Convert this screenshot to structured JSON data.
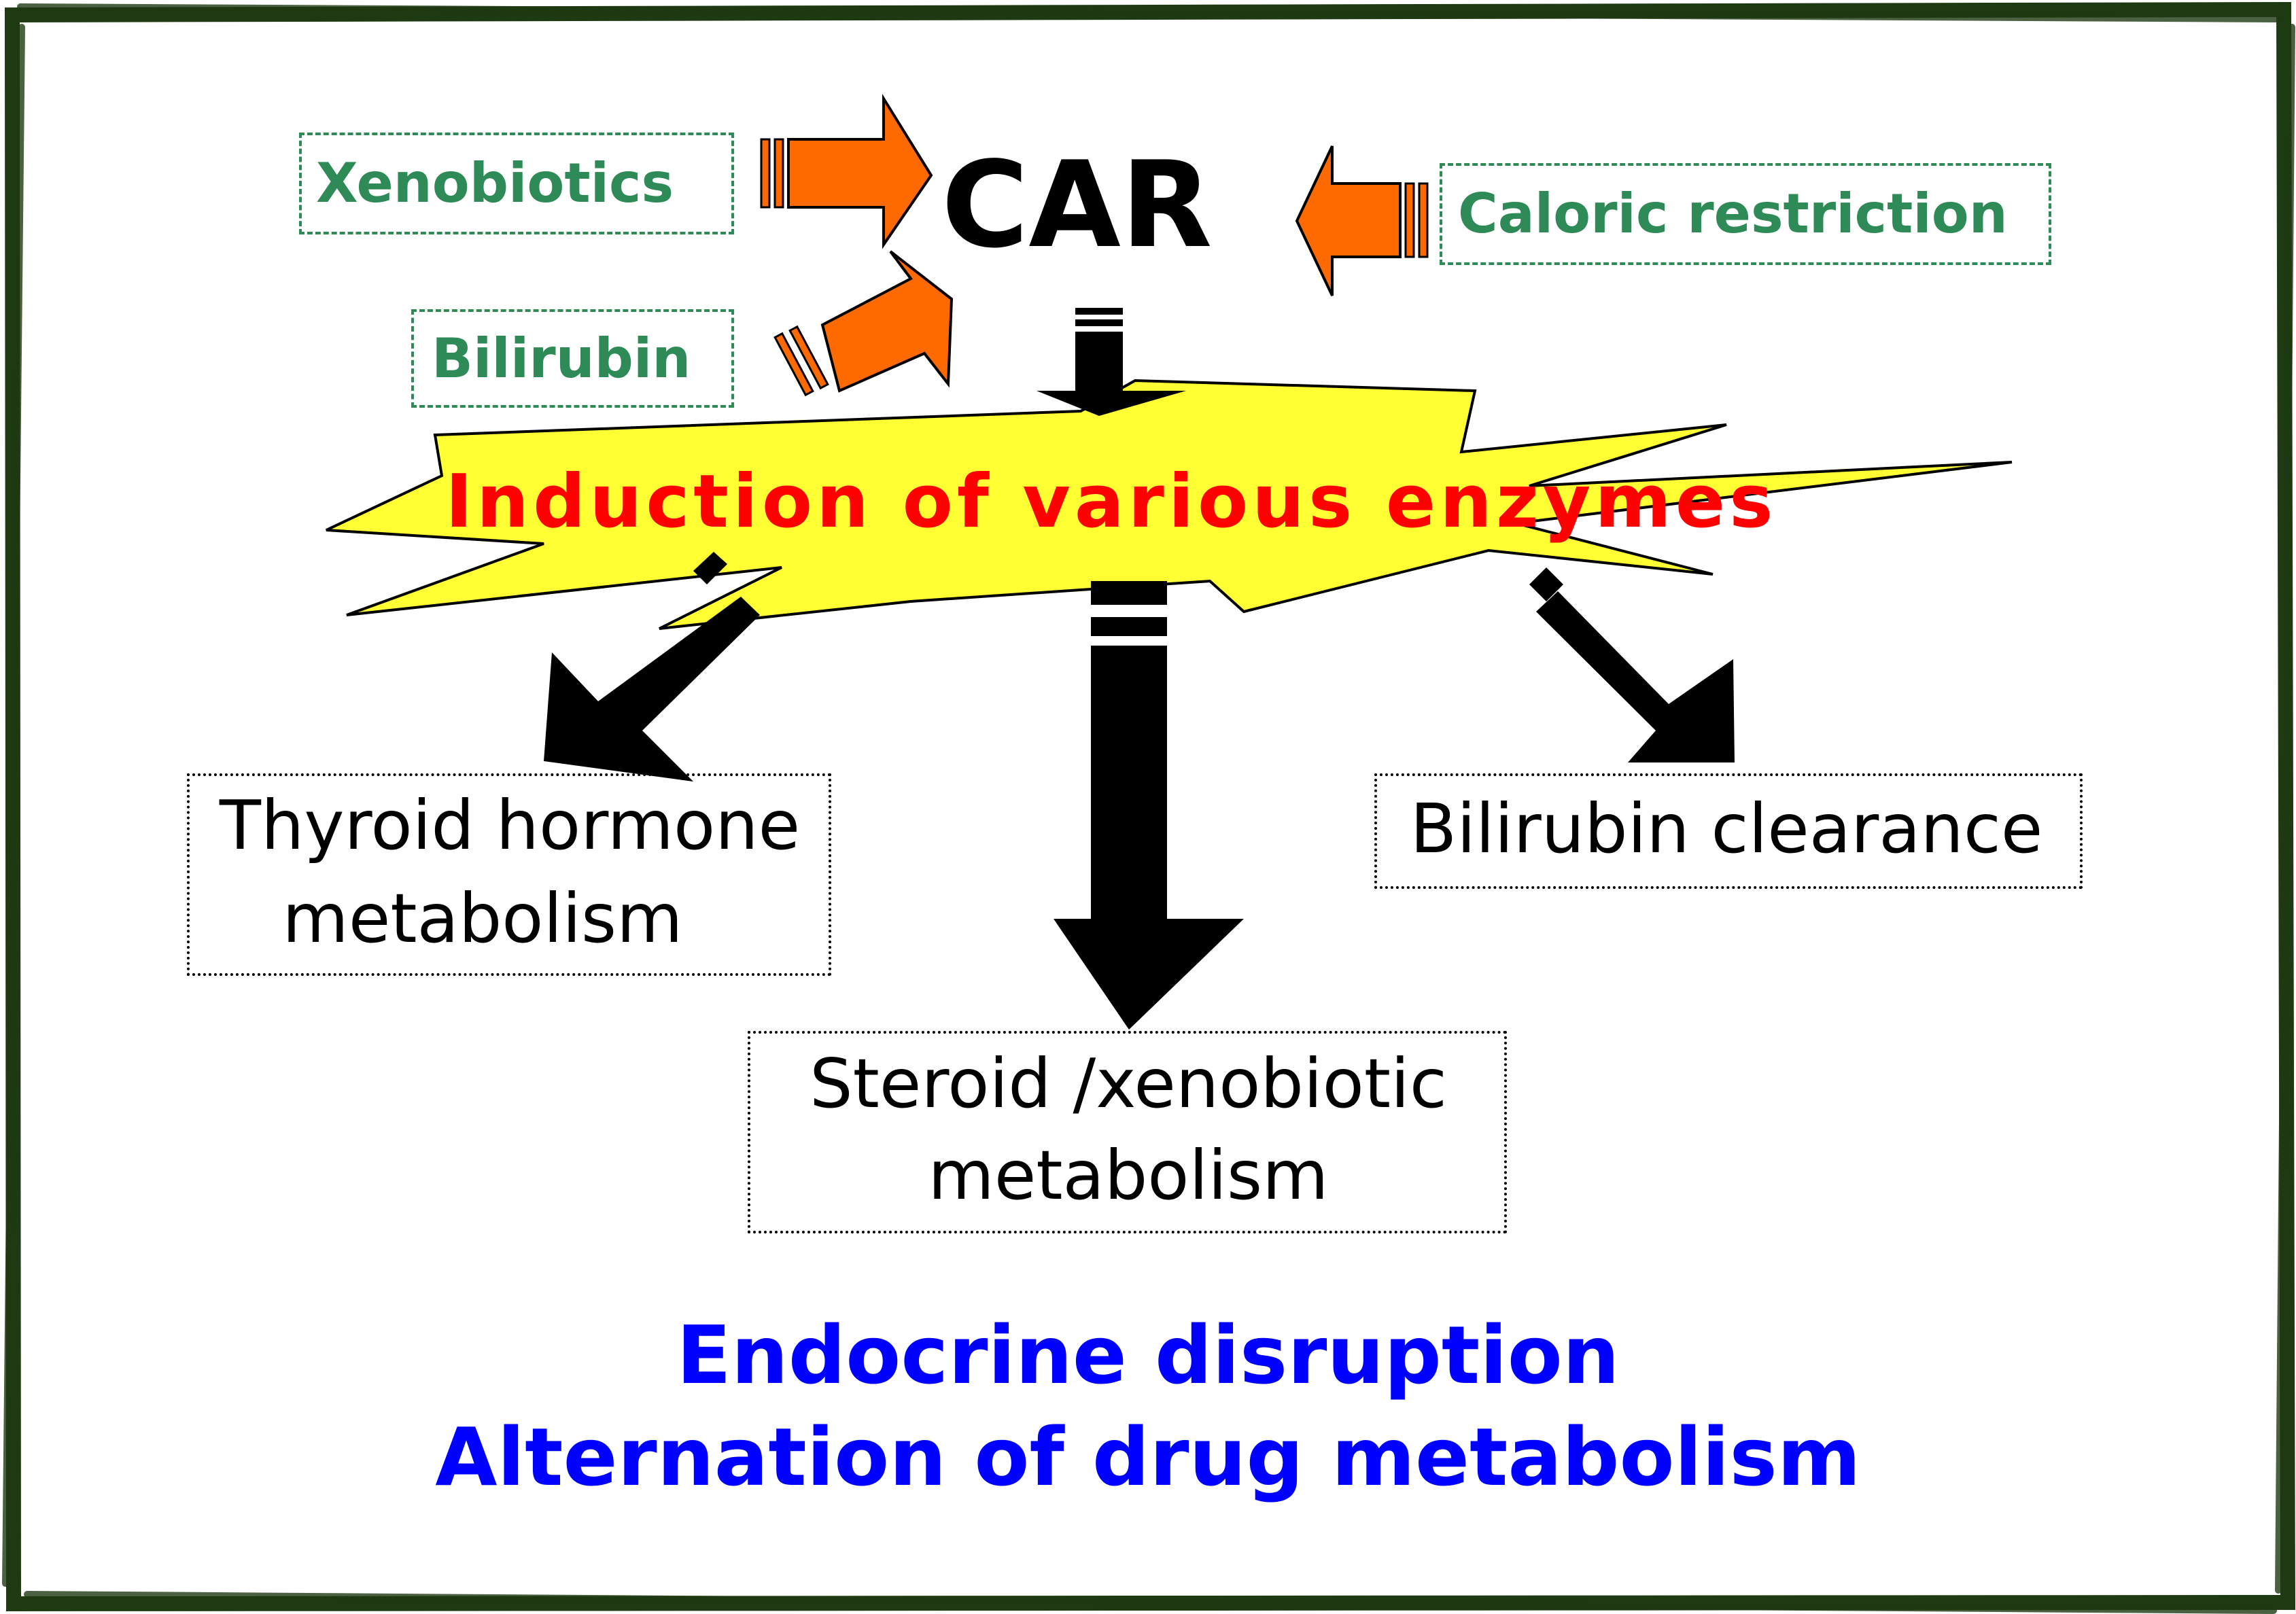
{
  "center": {
    "label": "CAR"
  },
  "inputs": {
    "xenobiotics": "Xenobiotics",
    "bilirubin": "Bilirubin",
    "caloric_restriction": "Caloric restriction"
  },
  "induction": {
    "label": "Induction of various enzymes"
  },
  "outcomes": {
    "thyroid": {
      "line1": "Thyroid hormone",
      "line2": "metabolism"
    },
    "steroid": {
      "line1": "Steroid /xenobiotic",
      "line2": "metabolism"
    },
    "bilirubin_clearance": {
      "line1": "Bilirubin clearance"
    }
  },
  "consequences": {
    "line1": "Endocrine disruption",
    "line2": "Alternation of drug metabolism"
  },
  "colors": {
    "frame": "#1e3a12",
    "input_arrow": "#ff6a00",
    "input_text": "#2e8b57",
    "burst_fill": "#ffff33",
    "induction_text": "#ff0000",
    "consequence_text": "#0000ff",
    "down_arrow": "#000000"
  }
}
